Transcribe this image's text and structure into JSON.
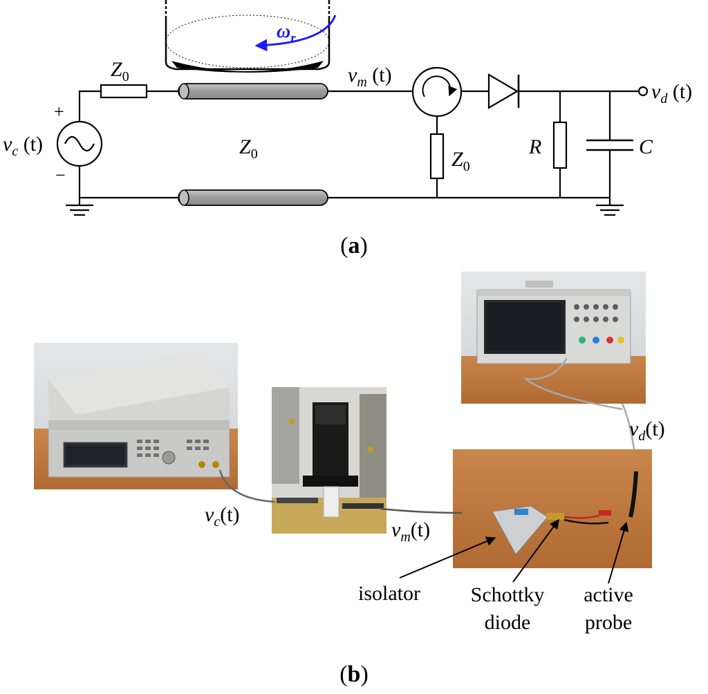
{
  "circuit": {
    "source_label": "v",
    "source_sub": "c",
    "source_arg": " (t)",
    "plus": "+",
    "minus": "−",
    "series_resistor_label": "Z",
    "series_resistor_sub": "0",
    "line_label": "Z",
    "line_sub": "0",
    "rotation_label": "ω",
    "rotation_sub": "r",
    "mid_voltage_label": "v",
    "mid_voltage_sub": "m",
    "mid_voltage_arg": " (t)",
    "termination_label": "Z",
    "termination_sub": "0",
    "resistor_label": "R",
    "capacitor_label": "C",
    "output_label": "v",
    "output_sub": "d",
    "output_arg": " (t)",
    "colors": {
      "rotation": "#1a1aff",
      "line_fill": "#a9a9a9",
      "wire": "#000000"
    }
  },
  "captions": {
    "a": "a",
    "b": "b"
  },
  "photo": {
    "vc": {
      "main": "v",
      "sub": "c",
      "arg": "(t)"
    },
    "vm": {
      "main": "v",
      "sub": "m",
      "arg": "(t)"
    },
    "vd": {
      "main": "v",
      "sub": "d",
      "arg": "(t)"
    },
    "isolator": "isolator",
    "schottky_1": "Schottky",
    "schottky_2": "diode",
    "probe_1": "active",
    "probe_2": "probe"
  }
}
